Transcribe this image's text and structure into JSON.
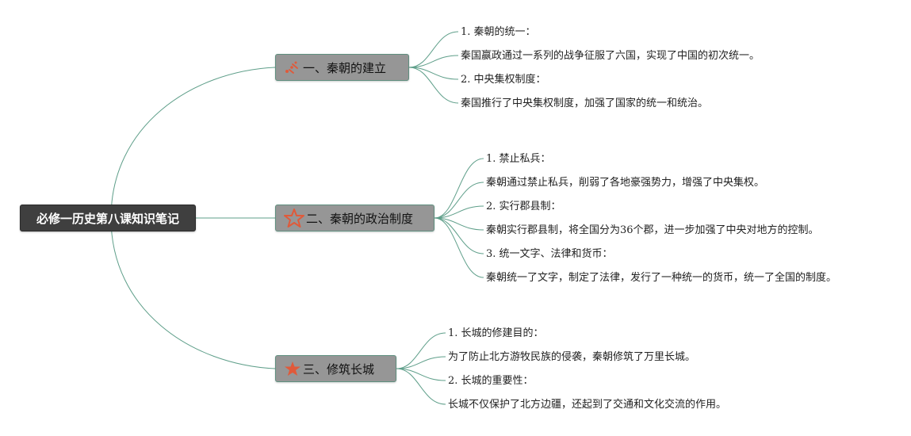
{
  "root": {
    "title": "必修一历史第八课知识笔记"
  },
  "branches": [
    {
      "title": "一、秦朝的建立",
      "icon": "sparkle-icon",
      "items": [
        "1. 秦朝的统一：",
        "秦国嬴政通过一系列的战争征服了六国，实现了中国的初次统一。",
        "2. 中央集权制度：",
        "秦国推行了中央集权制度，加强了国家的统一和统治。"
      ]
    },
    {
      "title": "二、秦朝的政治制度",
      "icon": "star-outline-icon",
      "items": [
        "1. 禁止私兵：",
        "秦朝通过禁止私兵，削弱了各地豪强势力，增强了中央集权。",
        "2. 实行郡县制：",
        "秦朝实行郡县制，将全国分为36个郡，进一步加强了中央对地方的控制。",
        "3. 统一文字、法律和货币：",
        "秦朝统一了文字，制定了法律，发行了一种统一的货币，统一了全国的制度。"
      ]
    },
    {
      "title": "三、修筑长城",
      "icon": "star-filled-icon",
      "items": [
        "1. 长城的修建目的：",
        "为了防止北方游牧民族的侵袭，秦朝修筑了万里长城。",
        "2. 长城的重要性：",
        "长城不仅保护了北方边疆，还起到了交通和文化交流的作用。"
      ]
    }
  ],
  "colors": {
    "edge": "#5f9f8a",
    "root_fill": "#3f3f3f",
    "branch_fill": "#969696",
    "icon_accent": "#e05a3a"
  }
}
